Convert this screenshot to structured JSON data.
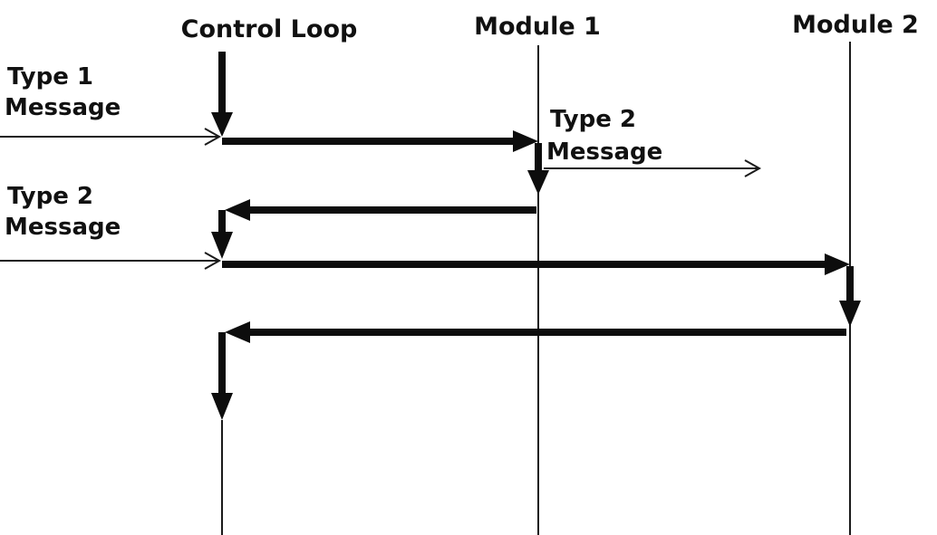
{
  "diagram": {
    "type": "sequence-diagram",
    "colors": {
      "ink": "#0d0d0d",
      "background": "#ffffff"
    },
    "lifelines": {
      "control_loop": "Control Loop",
      "module1": "Module 1",
      "module2": "Module 2"
    },
    "annotations": {
      "type1_in": {
        "line1": "Type 1",
        "line2": "Message"
      },
      "type2_out": {
        "line1": "Type 2",
        "line2": "Message"
      },
      "type2_in": {
        "line1": "Type 2",
        "line2": "Message"
      }
    },
    "flows": [
      {
        "label": "Type 1 Message",
        "from": "external-left",
        "to": "Control Loop",
        "style": "thin-open-arrow"
      },
      {
        "label": "",
        "from": "Control Loop",
        "to": "Module 1",
        "style": "thick-solid-arrow"
      },
      {
        "label": "Type 2 Message",
        "from": "Module 1",
        "to": "external-right",
        "style": "thin-open-arrow"
      },
      {
        "label": "",
        "from": "Module 1",
        "to": "Control Loop",
        "style": "thick-solid-arrow"
      },
      {
        "label": "Type 2 Message",
        "from": "external-left",
        "to": "Control Loop",
        "style": "thin-open-arrow"
      },
      {
        "label": "",
        "from": "Control Loop",
        "to": "Module 2",
        "style": "thick-solid-arrow"
      },
      {
        "label": "",
        "from": "Module 2",
        "to": "Control Loop",
        "style": "thick-solid-arrow"
      },
      {
        "label": "",
        "from": "Control Loop",
        "to": "Control Loop",
        "style": "thick-continue-down"
      }
    ]
  }
}
